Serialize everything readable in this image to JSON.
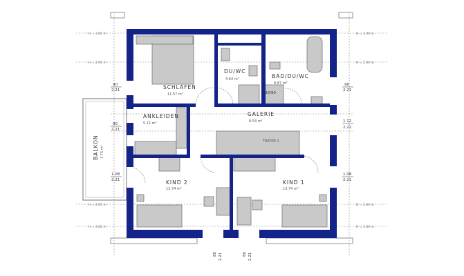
{
  "rooms": {
    "schlafen": {
      "name": "SCHLAFEN",
      "area": "11.57 m²"
    },
    "du_wc": {
      "name": "DU/WC",
      "area": "4.64 m²"
    },
    "bad": {
      "name": "BAD/DU/WC",
      "area": "8.87 m²",
      "shower": "90/90"
    },
    "galerie": {
      "name": "GALERIE",
      "area": "8.54 m²"
    },
    "ankleiden": {
      "name": "ANKLEIDEN",
      "area": "5.11 m²"
    },
    "treppe": {
      "name": "TREPPE 1"
    },
    "kind2": {
      "name": "KIND 2",
      "area": "13.74 m²"
    },
    "kind1": {
      "name": "KIND 1",
      "area": "13.74 m²"
    },
    "balkon": {
      "name": "BALKON",
      "area": "7.75 m²"
    }
  },
  "heights": {
    "h300": "H = 3.00 m",
    "h200": "H = 2.00 m"
  },
  "windows": {
    "w90_top": "90",
    "w90_bot": "2.21",
    "w112_top": "1.12",
    "w112_bot": "2.22",
    "w108_top": "1.08",
    "w108_bot": "2.21",
    "w80_top": "80",
    "w80_bot": "2.21"
  },
  "colors": {
    "wall": "#14238a",
    "furniture": "#c9c9c9"
  }
}
